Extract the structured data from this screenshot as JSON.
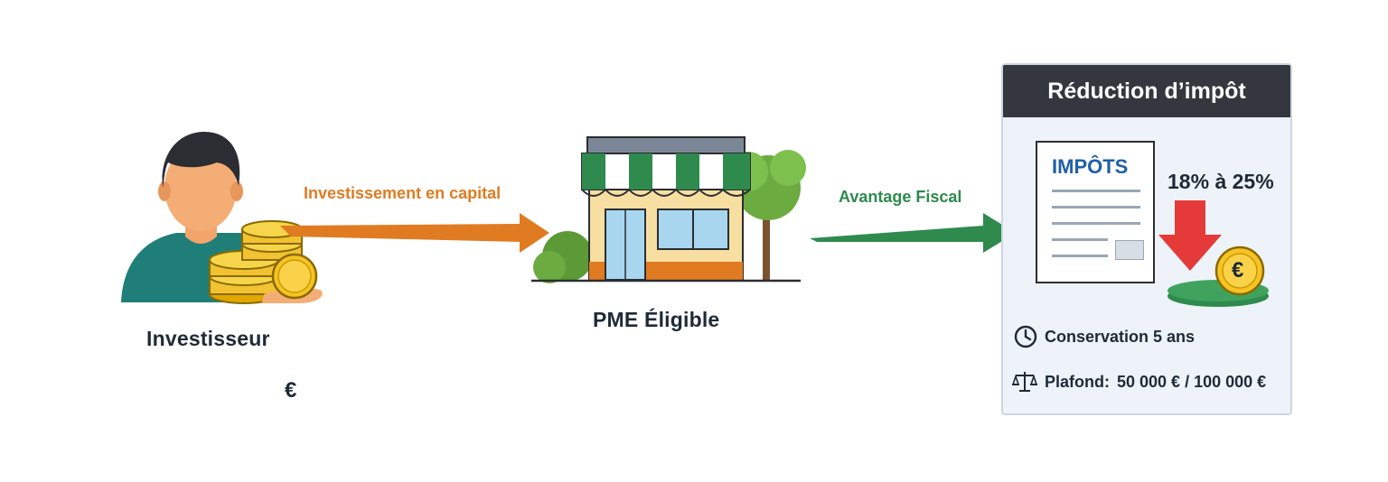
{
  "investor": {
    "label": "Investisseur"
  },
  "company": {
    "label": "PME Éligible"
  },
  "flows": {
    "capital": {
      "label": "Investissement en capital",
      "color": "#e07b22"
    },
    "tax": {
      "label": "Avantage Fiscal",
      "color": "#2f8a4e"
    }
  },
  "panel": {
    "title": "Réduction d’impôt",
    "document_title": "IMPÔTS",
    "rate_from": "18%",
    "rate_word": "à",
    "rate_to": "25%",
    "coin_symbol": "€",
    "info": [
      {
        "icon": "clock-icon",
        "text": "Conservation 5 ans"
      },
      {
        "icon": "scale-icon",
        "label": "Plafond:",
        "value": "50 000 € / 100 000 €"
      }
    ]
  },
  "investor_coin_symbol": "€"
}
